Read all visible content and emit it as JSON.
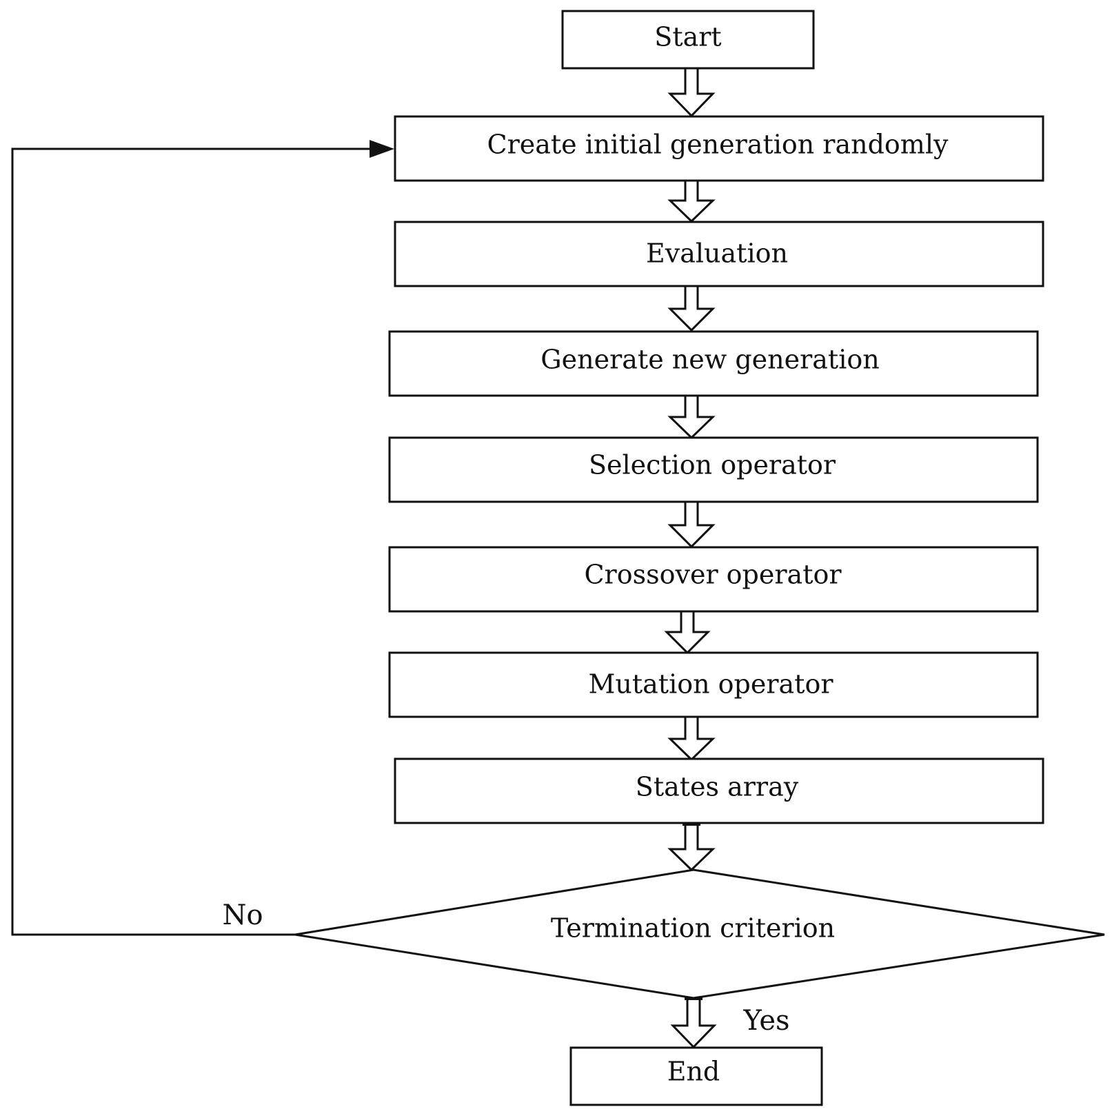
{
  "colors": {
    "stroke": "#111111",
    "background": "#ffffff"
  },
  "nodes": {
    "start": "Start",
    "create": "Create initial generation randomly",
    "evaluation": "Evaluation",
    "generate": "Generate new generation",
    "selection": "Selection operator",
    "crossover": "Crossover operator",
    "mutation": "Mutation operator",
    "states": "States array",
    "termination": "Termination criterion",
    "end": "End"
  },
  "edge_labels": {
    "no": "No",
    "yes": "Yes"
  }
}
